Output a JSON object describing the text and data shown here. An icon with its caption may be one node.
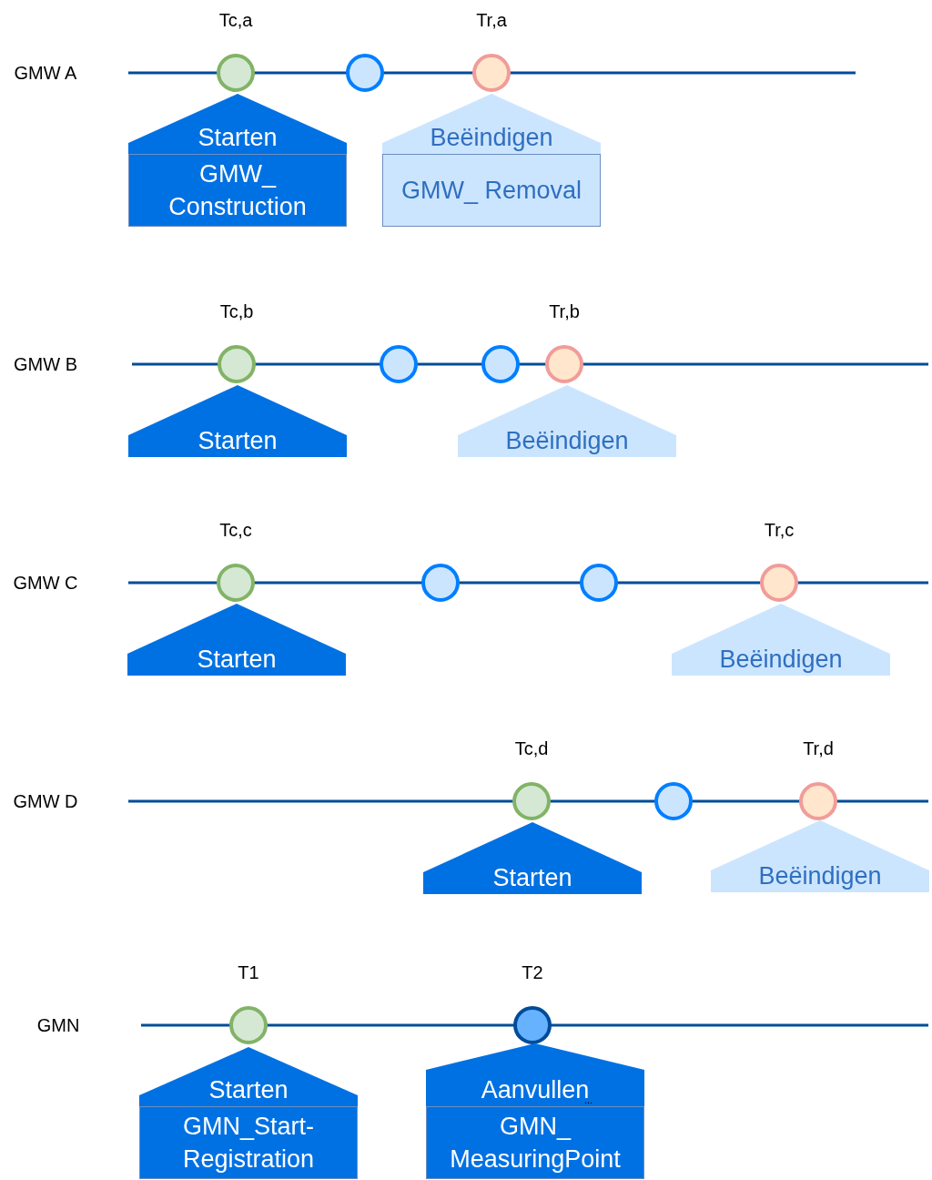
{
  "diagram": {
    "nodes": [
      {
        "text": [],
        "shape": "circle",
        "beside": [
          "Tc,a"
        ]
      },
      {
        "text": [],
        "shape": "circle"
      },
      {
        "text": [],
        "shape": "circle",
        "beside": [
          "Tr,a"
        ]
      },
      {
        "text": [
          "Starten",
          "GMW_ Construction"
        ]
      },
      {
        "text": [
          "Beëindigen",
          "GMW_ Removal"
        ]
      },
      {
        "text": [],
        "shape": "circle",
        "beside": [
          "Tc,b"
        ]
      },
      {
        "text": [],
        "shape": "circle"
      },
      {
        "text": [],
        "shape": "circle"
      },
      {
        "text": [],
        "shape": "circle",
        "beside": [
          "Tr,b"
        ]
      },
      {
        "text": [
          "Starten"
        ]
      },
      {
        "text": [
          "Beëindigen"
        ]
      },
      {
        "text": [],
        "shape": "circle",
        "beside": [
          "Tc,c"
        ]
      },
      {
        "text": [],
        "shape": "circle"
      },
      {
        "text": [],
        "shape": "circle"
      },
      {
        "text": [],
        "shape": "circle",
        "beside": [
          "Tr,c"
        ]
      },
      {
        "text": [
          "Starten"
        ]
      },
      {
        "text": [
          "Beëindigen"
        ]
      },
      {
        "text": [],
        "shape": "circle",
        "beside": [
          "Tc,d"
        ]
      },
      {
        "text": [],
        "shape": "circle"
      },
      {
        "text": [],
        "shape": "circle",
        "beside": [
          "Tr,d"
        ]
      },
      {
        "text": [
          "Starten"
        ]
      },
      {
        "text": [
          "Beëindigen"
        ]
      },
      {
        "text": [],
        "shape": "circle",
        "beside": [
          "T1"
        ]
      },
      {
        "text": [],
        "shape": "circle",
        "beside": [
          "T2"
        ]
      },
      {
        "text": [
          "Starten",
          "GMN_Start- Registration"
        ]
      },
      {
        "text": [
          "Aanvullen",
          "...",
          "GMN_ MeasuringPoint"
        ]
      }
    ],
    "labels": [
      "GMW A",
      "GMW B",
      "GMW C",
      "GMW D",
      "GMN"
    ]
  }
}
